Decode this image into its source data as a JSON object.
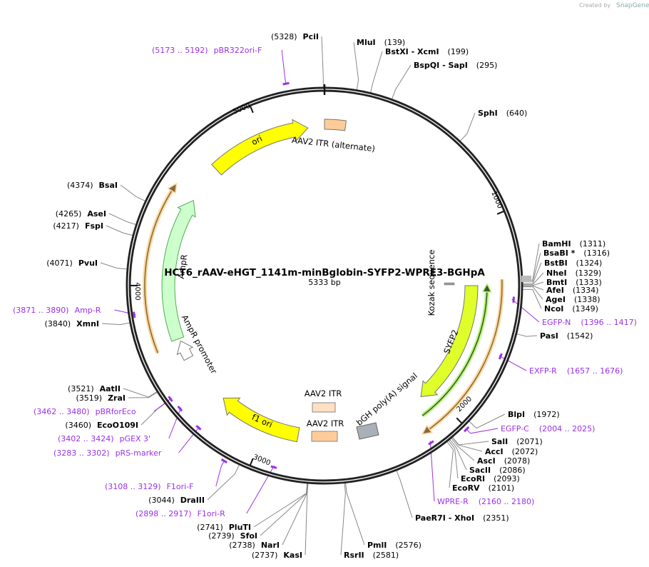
{
  "credit": {
    "prefix": "Created by",
    "brand": "SnapGene"
  },
  "plasmid": {
    "name": "HCT6_rAAV-eHGT_1141m-minBglobin-SYFP2-WPRE3-BGHpA",
    "length_label": "5333 bp",
    "length": 5333
  },
  "ticks": [
    "1000",
    "2000",
    "3000",
    "4000",
    "5000"
  ],
  "features": {
    "ori": "ori",
    "itr_alt": "AAV2 ITR (alternate)",
    "ampr": "AmpR",
    "ampr_promoter": "AmpR promoter",
    "f1_ori": "f1 ori",
    "itr_1": "AAV2 ITR",
    "itr_2": "AAV2 ITR",
    "bgh": "bGH poly(A) signal",
    "syfp2": "SYFP2",
    "kozak": "Kozak sequence"
  },
  "colors": {
    "backbone": "#222222",
    "primer": "#9b30e8",
    "ori": "#ffff00",
    "ampr": "#ccffcc",
    "syfp2": "#e0ff2a",
    "itr": "#ffcc99",
    "bgh": "#a9b0b8",
    "leader": "#777777"
  },
  "enzymes": [
    {
      "name": "PciI",
      "pos": 5328
    },
    {
      "name": "MluI",
      "pos": 139
    },
    {
      "name": "BstXI  - XcmI",
      "pos": 199
    },
    {
      "name": "BspQI  - SapI",
      "pos": 295
    },
    {
      "name": "SphI",
      "pos": 640
    },
    {
      "name": "BamHI",
      "pos": 1311
    },
    {
      "name": "BsaBI *",
      "pos": 1316
    },
    {
      "name": "BstBI",
      "pos": 1324
    },
    {
      "name": "NheI",
      "pos": 1329
    },
    {
      "name": "BmtI",
      "pos": 1333
    },
    {
      "name": "AfeI",
      "pos": 1334
    },
    {
      "name": "AgeI",
      "pos": 1338
    },
    {
      "name": "NcoI",
      "pos": 1349
    },
    {
      "name": "PasI",
      "pos": 1542
    },
    {
      "name": "BlpI",
      "pos": 1972
    },
    {
      "name": "SalI",
      "pos": 2071
    },
    {
      "name": "AccI",
      "pos": 2072
    },
    {
      "name": "AscI",
      "pos": 2078
    },
    {
      "name": "SacII",
      "pos": 2086
    },
    {
      "name": "EcoRI",
      "pos": 2093
    },
    {
      "name": "EcoRV",
      "pos": 2101
    },
    {
      "name": "PaeR7I  - XhoI",
      "pos": 2351
    },
    {
      "name": "PmlI",
      "pos": 2576
    },
    {
      "name": "RsrII",
      "pos": 2581
    },
    {
      "name": "KasI",
      "pos": 2737
    },
    {
      "name": "NarI",
      "pos": 2738
    },
    {
      "name": "SfoI",
      "pos": 2739
    },
    {
      "name": "PluTI",
      "pos": 2741
    },
    {
      "name": "DraIII",
      "pos": 3044
    },
    {
      "name": "EcoO109I",
      "pos": 3460
    },
    {
      "name": "ZraI",
      "pos": 3519
    },
    {
      "name": "AatII",
      "pos": 3521
    },
    {
      "name": "XmnI",
      "pos": 3840
    },
    {
      "name": "PvuI",
      "pos": 4071
    },
    {
      "name": "FspI",
      "pos": 4217
    },
    {
      "name": "AseI",
      "pos": 4265
    },
    {
      "name": "BsaI",
      "pos": 4374
    }
  ],
  "primers": [
    {
      "name": "pBR322ori-F",
      "range": "(5173 .. 5192)",
      "start": 5173
    },
    {
      "name": "EGFP-N",
      "range": "(1396 .. 1417)",
      "start": 1396
    },
    {
      "name": "EXFP-R",
      "range": "(1657 .. 1676)",
      "start": 1657
    },
    {
      "name": "EGFP-C",
      "range": "(2004 .. 2025)",
      "start": 2004
    },
    {
      "name": "WPRE-R",
      "range": "(2160 .. 2180)",
      "start": 2160
    },
    {
      "name": "F1ori-R",
      "range": "(2898 .. 2917)",
      "start": 2898
    },
    {
      "name": "F1ori-F",
      "range": "(3108 .. 3129)",
      "start": 3108
    },
    {
      "name": "pRS-marker",
      "range": "(3283 .. 3302)",
      "start": 3283
    },
    {
      "name": "pGEX 3'",
      "range": "(3402 .. 3424)",
      "start": 3402
    },
    {
      "name": "pBRforEco",
      "range": "(3462 .. 3480)",
      "start": 3462
    },
    {
      "name": "Amp-R",
      "range": "(3871 .. 3890)",
      "start": 3871
    }
  ]
}
